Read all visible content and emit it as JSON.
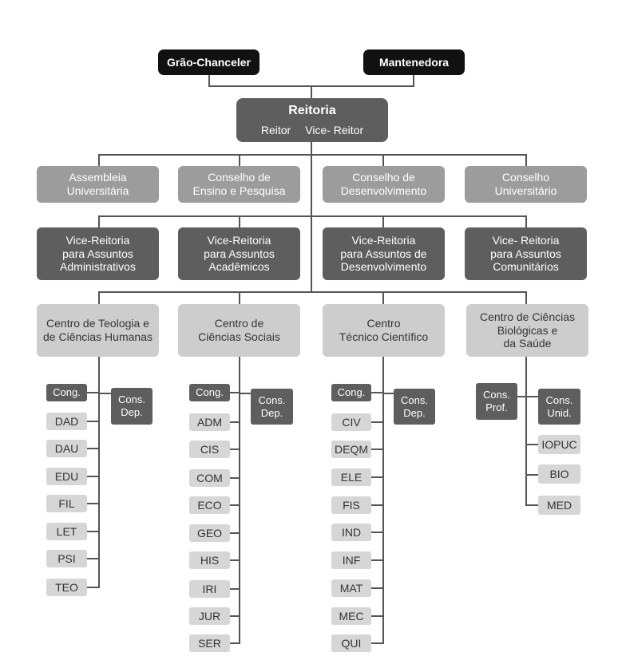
{
  "top": {
    "grao_chanceler": "Grão-Chanceler",
    "mantenedora": "Mantenedora"
  },
  "reitoria": {
    "title": "Reitoria",
    "reitor": "Reitor",
    "vice_reitor": "Vice- Reitor"
  },
  "conselhos": [
    [
      "Assembleia",
      "Universitária"
    ],
    [
      "Conselho de",
      "Ensino e  Pesquisa"
    ],
    [
      "Conselho de",
      "Desenvolvimento"
    ],
    [
      "Conselho",
      "Universitário"
    ]
  ],
  "vice_reitorias": [
    [
      "Vice-Reitoria",
      "para Assuntos",
      "Administrativos"
    ],
    [
      "Vice-Reitoria",
      "para Assuntos",
      "Acadêmicos"
    ],
    [
      "Vice-Reitoria",
      "para  Assuntos de",
      "Desenvolvimento"
    ],
    [
      "Vice- Reitoria",
      "para  Assuntos",
      "Comunitários"
    ]
  ],
  "centros": [
    [
      "Centro de Teologia e",
      "de Ciências Humanas"
    ],
    [
      "Centro de",
      "Ciências Sociais"
    ],
    [
      "Centro",
      "Técnico Científico"
    ],
    [
      "Centro de Ciências",
      "Biológicas e",
      "da Saúde"
    ]
  ],
  "columns": [
    {
      "cong": "Cong.",
      "cons_dep": [
        "Cons.",
        "Dep."
      ],
      "departments": [
        "DAD",
        "DAU",
        "EDU",
        "FIL",
        "LET",
        "PSI",
        "TEO"
      ]
    },
    {
      "cong": "Cong.",
      "cons_dep": [
        "Cons.",
        "Dep."
      ],
      "departments": [
        "ADM",
        "CIS",
        "COM",
        "ECO",
        "GEO",
        "HIS",
        "IRI",
        "JUR",
        "SER"
      ]
    },
    {
      "cong": "Cong.",
      "cons_dep": [
        "Cons.",
        "Dep."
      ],
      "departments": [
        "CIV",
        "DEQM",
        "ELE",
        "FIS",
        "IND",
        "INF",
        "MAT",
        "MEC",
        "QUI"
      ]
    },
    {
      "cons_prof": [
        "Cons.",
        "Prof."
      ],
      "cons_unid": [
        "Cons.",
        "Unid."
      ],
      "units": [
        "IOPUC",
        "BIO",
        "MED"
      ]
    }
  ],
  "colors": {
    "black": "#111111",
    "dark_gray": "#5e5e5e",
    "mid_gray": "#9c9c9c",
    "light_gray": "#cdcdcd",
    "line": "#555555"
  }
}
